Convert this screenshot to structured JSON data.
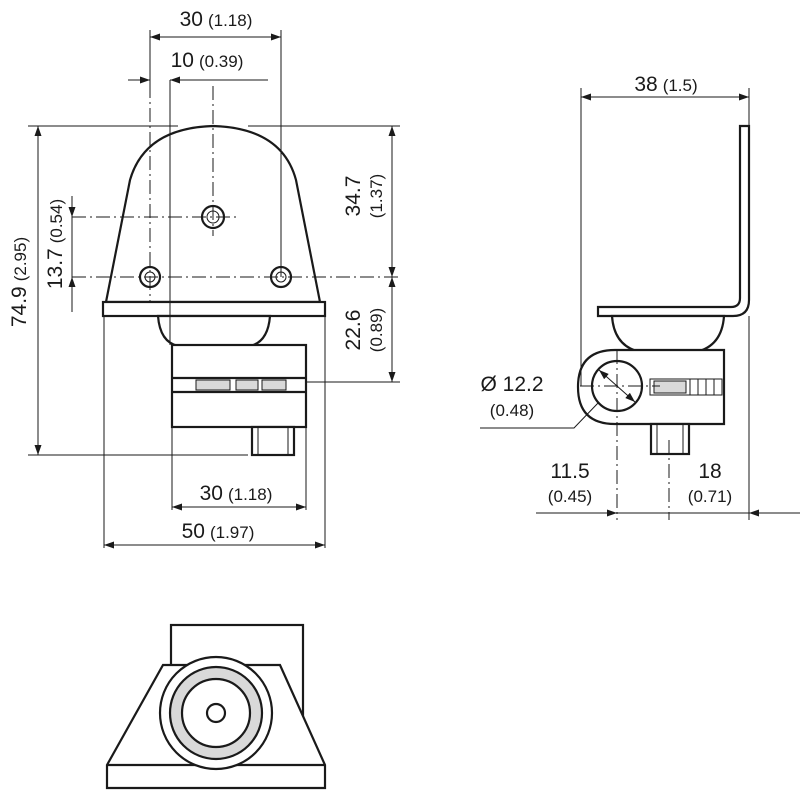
{
  "front_view": {
    "dim_top_width": {
      "value": "30",
      "alt": "(1.18)"
    },
    "dim_hole_offset": {
      "value": "10",
      "alt": "(0.39)"
    },
    "dim_total_height": {
      "value": "74.9",
      "alt": "(2.95)"
    },
    "dim_hole_spacing": {
      "value": "13.7",
      "alt": "(0.54)"
    },
    "dim_upper_height": {
      "value": "34.7",
      "alt": "(1.37)"
    },
    "dim_lower_height": {
      "value": "22.6",
      "alt": "(0.89)"
    },
    "dim_clamp_width": {
      "value": "30",
      "alt": "(1.18)"
    },
    "dim_base_width": {
      "value": "50",
      "alt": "(1.97)"
    }
  },
  "side_view": {
    "dim_depth": {
      "value": "38",
      "alt": "(1.5)"
    },
    "dim_diameter": {
      "value": "Ø 12.2",
      "alt": "(0.48)"
    },
    "dim_left_offset": {
      "value": "11.5",
      "alt": "(0.45)"
    },
    "dim_right_offset": {
      "value": "18",
      "alt": "(0.71)"
    }
  }
}
